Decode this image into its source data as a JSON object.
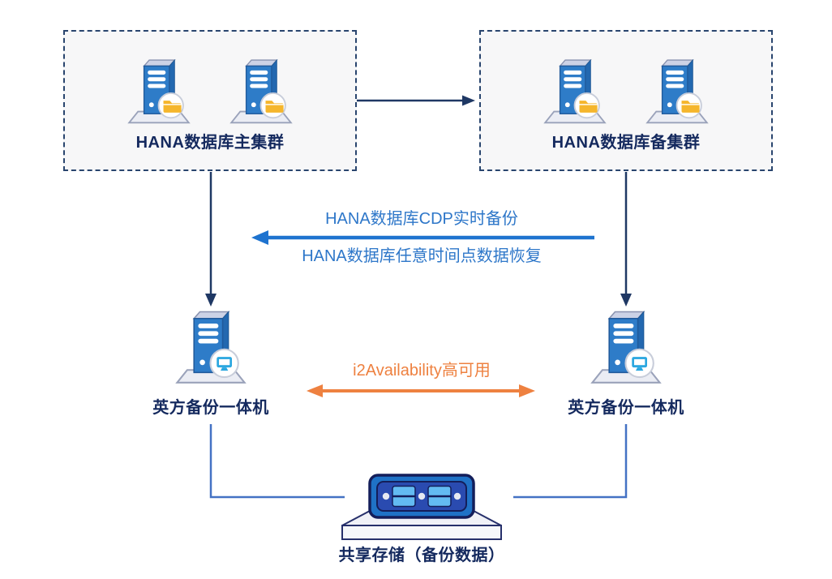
{
  "clusters": {
    "primary": {
      "label": "HANA数据库主集群"
    },
    "standby": {
      "label": "HANA数据库备集群"
    }
  },
  "appliances": {
    "left": {
      "label": "英方备份一体机"
    },
    "right": {
      "label": "英方备份一体机"
    }
  },
  "storage": {
    "label": "共享存储（备份数据）"
  },
  "flows": {
    "cdp_backup_label": "HANA数据库CDP实时备份",
    "recovery_label": "HANA数据库任意时间点数据恢复",
    "ha_label": "i2Availability高可用"
  },
  "icons": [
    "database-server-icon",
    "folder-badge-icon",
    "backup-appliance-icon",
    "monitor-badge-icon",
    "shared-storage-icon"
  ],
  "colors": {
    "navy_text": "#14295e",
    "connector_navy": "#1f3864",
    "connector_royal_blue": "#4472c4",
    "cdp_arrow_blue": "#1e73cf",
    "ha_arrow_orange": "#ee8140",
    "server_body_blue": "#2e7cc8",
    "folder_yellow": "#f5b62c",
    "monitor_blue": "#2ba7e0",
    "storage_body_blue": "#1f72c6",
    "storage_panel_blue": "#2a4bb0",
    "drive_bay_blue": "#63bbf2",
    "box_background": "#f7f7f8",
    "box_border": "#29456e"
  }
}
